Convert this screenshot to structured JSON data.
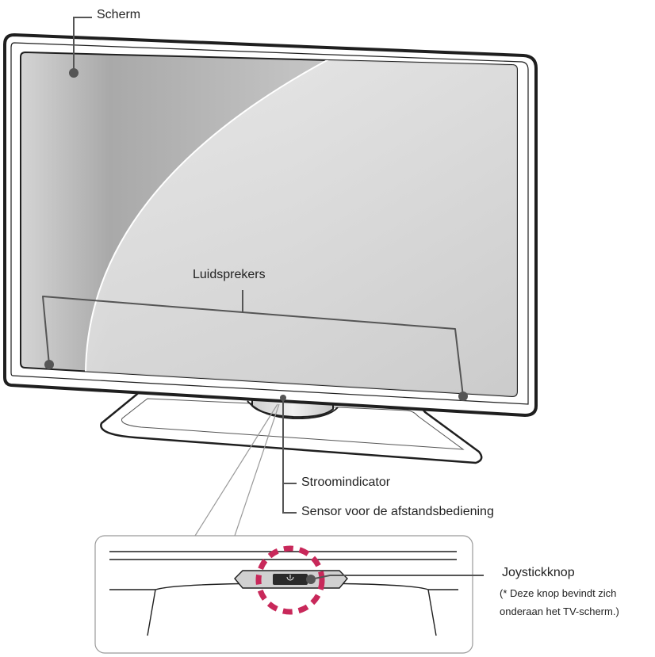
{
  "labels": {
    "screen": "Scherm",
    "speakers": "Luidsprekers",
    "power_indicator": "Stroomindicator",
    "remote_sensor": "Sensor voor de afstandsbediening",
    "joystick": "Joystickknop",
    "joystick_note_1": "(* Deze knop bevindt zich",
    "joystick_note_2": "onderaan het TV-scherm.)"
  },
  "icons": {
    "power": "power-icon"
  },
  "colors": {
    "callout_line": "#555555",
    "highlight_circle": "#c8285a",
    "bezel": "#1f1f1f",
    "screen": "#b9b9b9"
  }
}
